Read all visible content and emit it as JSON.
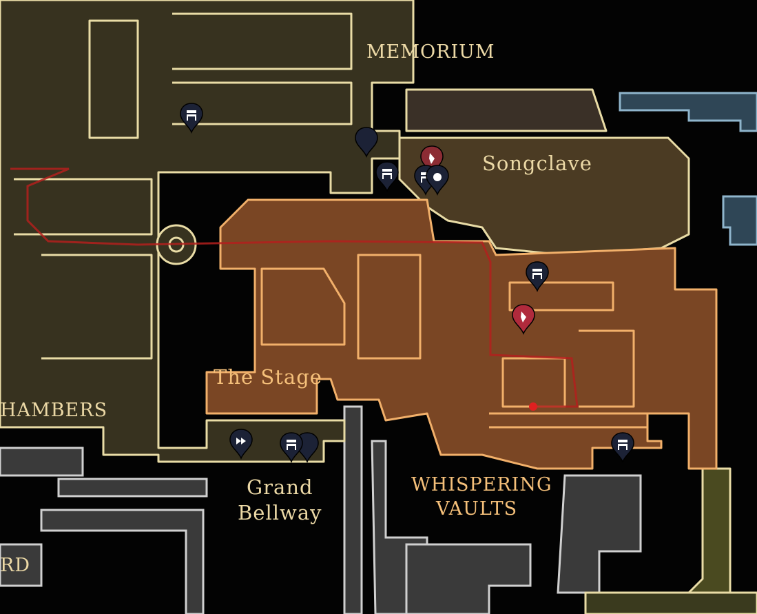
{
  "map": {
    "areas": {
      "memorium": "MEMORIUM",
      "songclave": "Songclave",
      "the_stage": "The Stage",
      "chambers": "HAMBERS",
      "grand_bellway_line1": "Grand",
      "grand_bellway_line2": "Bellway",
      "whispering_vaults_line1": "WHISPERING",
      "whispering_vaults_line2": "VAULTS",
      "ward": "RD"
    },
    "colors": {
      "citadel_fill": "#37321f",
      "citadel_stroke": "#e9dca6",
      "songclave_fill": "#4b3b23",
      "vaults_fill": "#7a4624",
      "vaults_stroke": "#f2b06a",
      "lower_fill": "#3d3d3d",
      "lower_stroke": "#cfcfcf",
      "blue_fill": "#2f4656",
      "blue_stroke": "#8fb5cc",
      "route": "#b3201d",
      "pin_dark": "#1c2236",
      "pin_red": "#b02a3c"
    },
    "markers": [
      {
        "type": "bench-icon"
      },
      {
        "type": "blank-pin"
      },
      {
        "type": "bench-icon"
      },
      {
        "type": "bench-icon"
      },
      {
        "type": "shop-icon"
      },
      {
        "type": "quill-red-icon"
      },
      {
        "type": "bench-icon"
      },
      {
        "type": "quill-red-icon"
      },
      {
        "type": "fast-travel-icon"
      },
      {
        "type": "bench-icon"
      },
      {
        "type": "blank-pin"
      },
      {
        "type": "bench-icon"
      }
    ]
  }
}
